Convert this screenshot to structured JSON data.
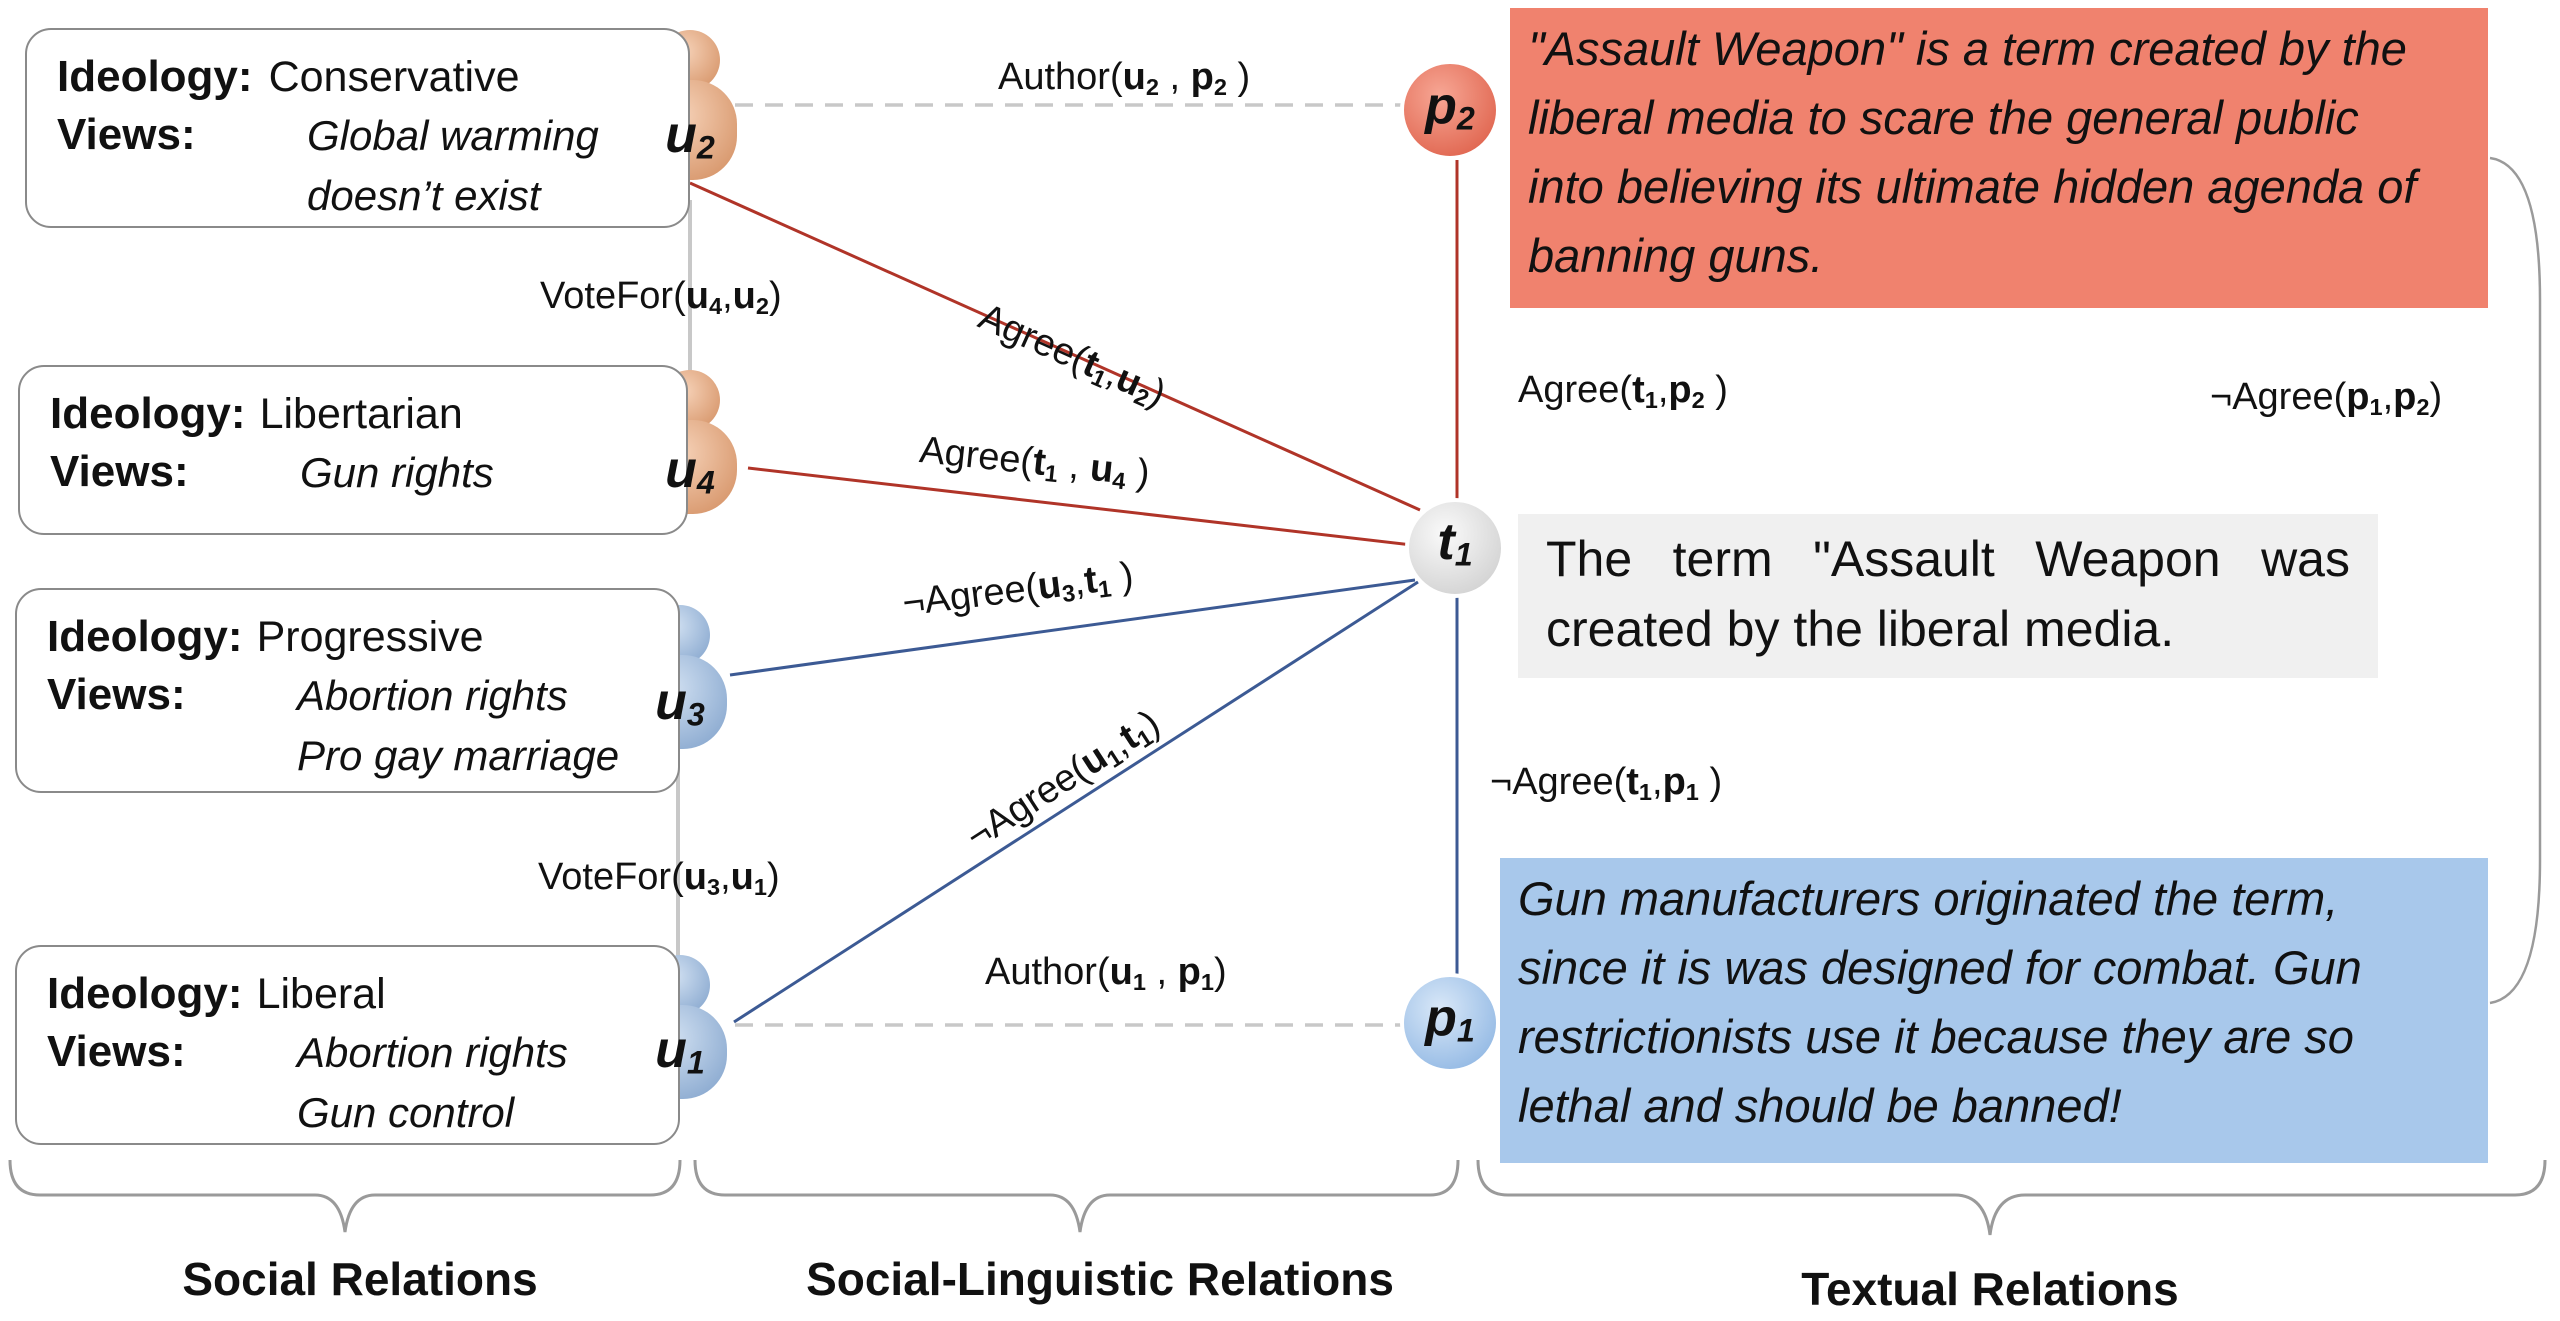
{
  "users": [
    {
      "id": "u2",
      "node": "u",
      "sub": "2",
      "ideology_label": "Ideology:",
      "ideology": "Conservative",
      "views_label": "Views:",
      "views": [
        "Global warming",
        "doesn’t exist"
      ],
      "color": "#e9b58e"
    },
    {
      "id": "u4",
      "node": "u",
      "sub": "4",
      "ideology_label": "Ideology:",
      "ideology": "Libertarian",
      "views_label": "Views:",
      "views": [
        "Gun rights"
      ],
      "color": "#e9b58e"
    },
    {
      "id": "u3",
      "node": "u",
      "sub": "3",
      "ideology_label": "Ideology:",
      "ideology": "Progressive",
      "views_label": "Views:",
      "views": [
        "Abortion rights",
        "Pro gay marriage"
      ],
      "color": "#aac3e0"
    },
    {
      "id": "u1",
      "node": "u",
      "sub": "1",
      "ideology_label": "Ideology:",
      "ideology": "Liberal",
      "views_label": "Views:",
      "views": [
        "Abortion rights",
        "Gun control"
      ],
      "color": "#aac3e0"
    }
  ],
  "nodes": {
    "p2": {
      "letter": "p",
      "sub": "2",
      "color": "#f0826e"
    },
    "t1": {
      "letter": "t",
      "sub": "1",
      "color": "#ececec"
    },
    "p1": {
      "letter": "p",
      "sub": "1",
      "color": "#a8c8eb"
    }
  },
  "edge_labels": {
    "author_u2_p2": {
      "pre": "Author(",
      "a": "u",
      "as": "2",
      "sep": " , ",
      "b": "p",
      "bs": "2",
      "post": " )"
    },
    "votefor_u4_u2": {
      "pre": "VoteFor(",
      "a": "u",
      "as": "4",
      "sep": ",",
      "b": "u",
      "bs": "2",
      "post": ")"
    },
    "agree_t1_u2": {
      "pre": "Agree(",
      "a": "t",
      "as": "1",
      "sep": ",",
      "b": "u",
      "bs": "2",
      "post": ")"
    },
    "agree_t1_u4": {
      "pre": "Agree(",
      "a": "t",
      "as": "1",
      "sep": " , ",
      "b": "u",
      "bs": "4",
      "post": " )"
    },
    "notagree_u3_t1": {
      "pre": "¬Agree(",
      "a": "u",
      "as": "3",
      "sep": ",",
      "b": "t",
      "bs": "1",
      "post": " )"
    },
    "notagree_u1_t1": {
      "pre": "¬Agree(",
      "a": "u",
      "as": "1",
      "sep": ",",
      "b": "t",
      "bs": "1",
      "post": ")"
    },
    "votefor_u3_u1": {
      "pre": "VoteFor(",
      "a": "u",
      "as": "3",
      "sep": ",",
      "b": "u",
      "bs": "1",
      "post": ")"
    },
    "author_u1_p1": {
      "pre": "Author(",
      "a": "u",
      "as": "1",
      "sep": " , ",
      "b": "p",
      "bs": "1",
      "post": ")"
    },
    "agree_t1_p2": {
      "pre": "Agree(",
      "a": "t",
      "as": "1",
      "sep": ",",
      "b": "p",
      "bs": "2",
      "post": " )"
    },
    "notagree_p1_p2": {
      "pre": "¬Agree(",
      "a": "p",
      "as": "1",
      "sep": ",",
      "b": "p",
      "bs": "2",
      "post": ")"
    },
    "notagree_t1_p1": {
      "pre": "¬Agree(",
      "a": "t",
      "as": "1",
      "sep": ",",
      "b": "p",
      "bs": "1",
      "post": " )"
    }
  },
  "texts": {
    "p2_post": [
      "\"Assault Weapon\" is a term created by the",
      "liberal media to scare the general public",
      "into believing its ultimate hidden agenda of",
      "banning guns."
    ],
    "t1_tweet": "The term \"Assault Weapon was created by the liberal media.",
    "p1_post": [
      "Gun manufacturers originated the term,",
      "since it is was designed for combat. Gun",
      "restrictionists use it because they are so",
      "lethal and should be banned!"
    ]
  },
  "sections": {
    "social": "Social Relations",
    "social_linguistic": "Social-Linguistic Relations",
    "textual": "Textual Relations"
  },
  "colors": {
    "agree_edge": "#b03428",
    "disagree_edge": "#3c5a94",
    "vote_edge": "#c8c8c8",
    "author_edge": "#c8c8c8",
    "brace": "#9a9a9a"
  }
}
